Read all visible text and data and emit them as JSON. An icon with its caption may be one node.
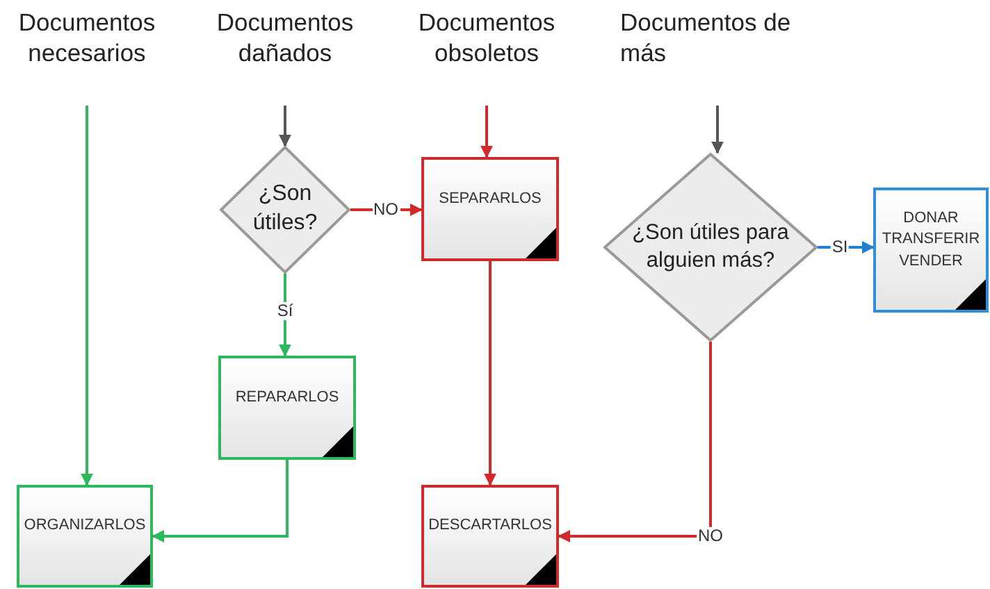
{
  "diagram": {
    "nodes": [
      {
        "text": [
          "Documentos necesarios"
        ]
      },
      {
        "text": [
          "Documentos dañados"
        ]
      },
      {
        "text": [
          "Documentos obsoletos"
        ]
      },
      {
        "text": [
          "Documentos de más"
        ]
      },
      {
        "text": [
          "¿Son útiles?"
        ]
      },
      {
        "text": [
          "SEPARARLOS"
        ]
      },
      {
        "text": [
          "¿Son útiles para alguien más?"
        ]
      },
      {
        "text": [
          "DONAR TRANSFERIR VENDER"
        ]
      },
      {
        "text": [
          "REPARARLOS"
        ]
      },
      {
        "text": [
          "ORGANIZARLOS"
        ]
      },
      {
        "text": [
          "DESCARTARLOS"
        ]
      }
    ],
    "edges": [
      {
        "from": 0,
        "to": 9,
        "arrow": "to",
        "color": "#2eb85c"
      },
      {
        "from": 1,
        "to": 4,
        "arrow": "to",
        "color": "#555555"
      },
      {
        "from": 4,
        "to": 5,
        "arrow": "to",
        "label": "NO",
        "color": "#d02a2a"
      },
      {
        "from": 4,
        "to": 8,
        "arrow": "to",
        "label": "Sí",
        "color": "#2eb85c"
      },
      {
        "from": 2,
        "to": 5,
        "arrow": "to",
        "color": "#d02a2a"
      },
      {
        "from": 5,
        "to": 10,
        "arrow": "to",
        "color": "#d02a2a"
      },
      {
        "from": 3,
        "to": 6,
        "arrow": "to",
        "color": "#555555"
      },
      {
        "from": 6,
        "to": 7,
        "arrow": "to",
        "label": "SI",
        "color": "#1f7fd0"
      },
      {
        "from": 6,
        "to": 10,
        "arrow": "to",
        "label": "NO",
        "color": "#d02a2a"
      },
      {
        "from": 8,
        "to": 9,
        "arrow": "to",
        "color": "#2eb85c"
      }
    ]
  }
}
